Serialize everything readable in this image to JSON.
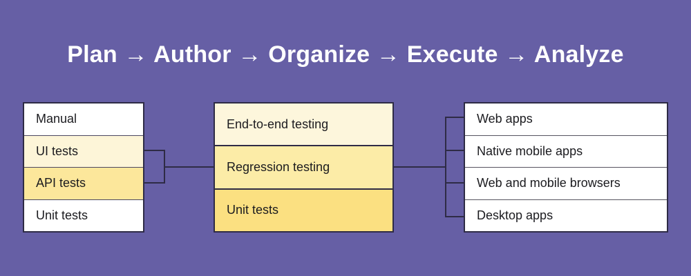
{
  "background_color": "#665FA5",
  "title": {
    "text": "Plan → Author → Organize → Execute → Analyze",
    "color": "#FFFFFF"
  },
  "columns": [
    {
      "id": "test-types",
      "rows": [
        {
          "label": "Manual",
          "fill": "#FFFFFF"
        },
        {
          "label": "UI tests",
          "fill": "#FDF5D8"
        },
        {
          "label": "API tests",
          "fill": "#FCE79B"
        },
        {
          "label": "Unit tests",
          "fill": "#FFFFFF"
        }
      ]
    },
    {
      "id": "test-levels",
      "rows": [
        {
          "label": "End-to-end testing",
          "fill": "#FDF6DC"
        },
        {
          "label": "Regression testing",
          "fill": "#FCECA7"
        },
        {
          "label": "Unit tests",
          "fill": "#FBE081"
        }
      ]
    },
    {
      "id": "targets",
      "rows": [
        {
          "label": "Web apps",
          "fill": "#FFFFFF"
        },
        {
          "label": "Native mobile apps",
          "fill": "#FFFFFF"
        },
        {
          "label": "Web and mobile browsers",
          "fill": "#FFFFFF"
        },
        {
          "label": "Desktop apps",
          "fill": "#FFFFFF"
        }
      ]
    }
  ],
  "connectors": {
    "line_color": "#2E2B45",
    "left_bracket": "UI tests and API tests join to Regression testing",
    "right_bracket": "Regression testing fans out to four target platforms"
  }
}
